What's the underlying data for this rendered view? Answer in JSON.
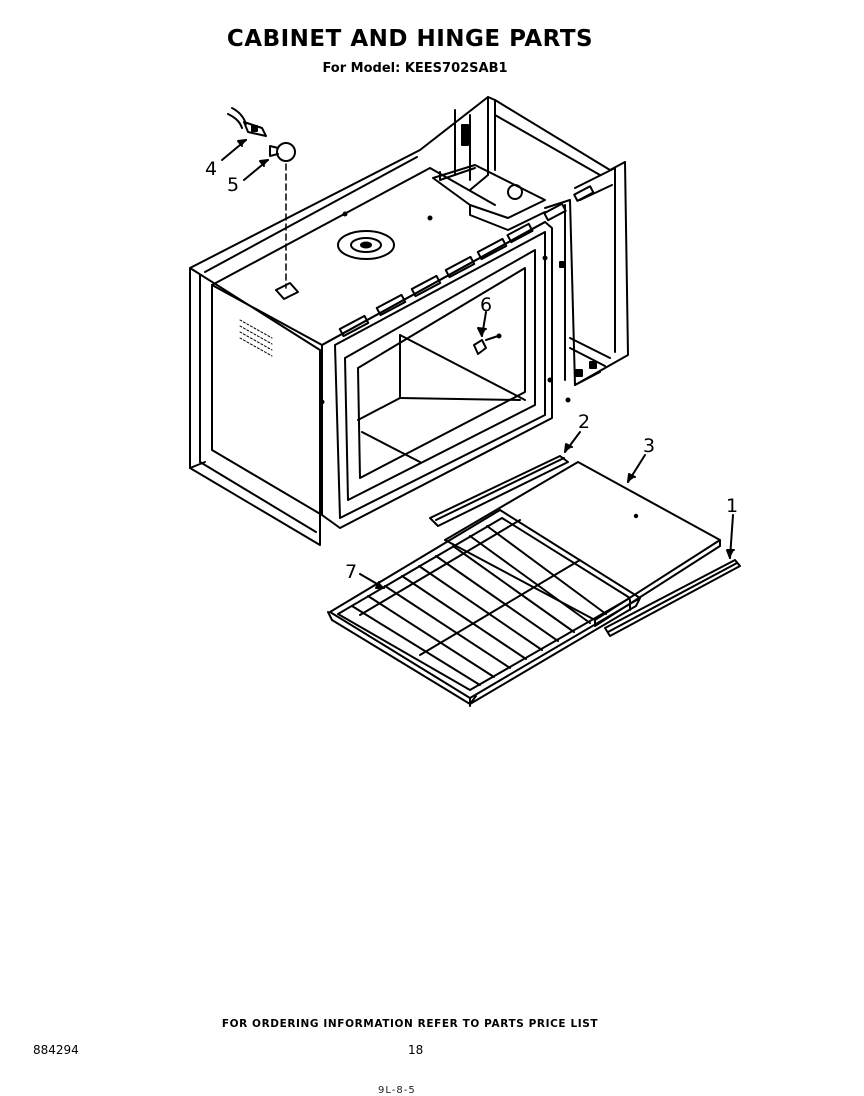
{
  "header": {
    "title": "CABINET AND HINGE PARTS",
    "model": "For Model: KEES702SAB1"
  },
  "callouts": {
    "c1": "1",
    "c2": "2",
    "c3": "3",
    "c4": "4",
    "c5": "5",
    "c6": "6",
    "c7": "7"
  },
  "footer": {
    "note": "FOR ORDERING INFORMATION REFER TO PARTS PRICE LIST",
    "doc_number": "884294",
    "page": "18",
    "scan_mark": "9L-8-5"
  }
}
